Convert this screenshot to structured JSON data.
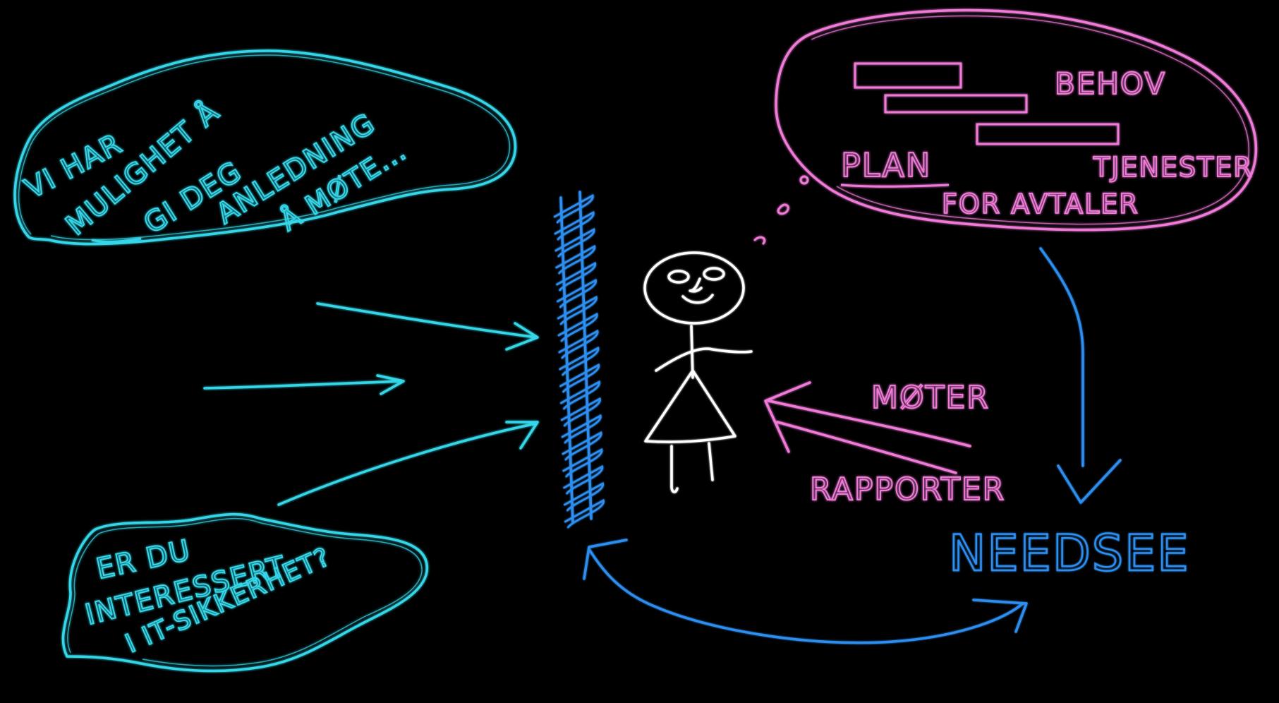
{
  "colors": {
    "cyan": "#35d6e8",
    "pink": "#f07ad8",
    "blue": "#2d8ef0",
    "white": "#ffffff",
    "background": "#000000"
  },
  "left_cloud": {
    "line1": "VI HAR",
    "line2": "MULIGHET Å",
    "line3": "GI DEG",
    "line4": "ANLEDNING",
    "line5": "Å MØTE..."
  },
  "bottom_cloud": {
    "line1": "ER DU",
    "line2": "INTERESSERT",
    "line3": "I IT-SIKKERHET?"
  },
  "right_cloud": {
    "behov": "BEHOV",
    "plan": "PLAN",
    "tjenester": "TJENESTER",
    "avtaler": "FOR AVTALER"
  },
  "moter": "MØTER",
  "rapporter": "RAPPORTER",
  "brand": "NEEDSEE"
}
